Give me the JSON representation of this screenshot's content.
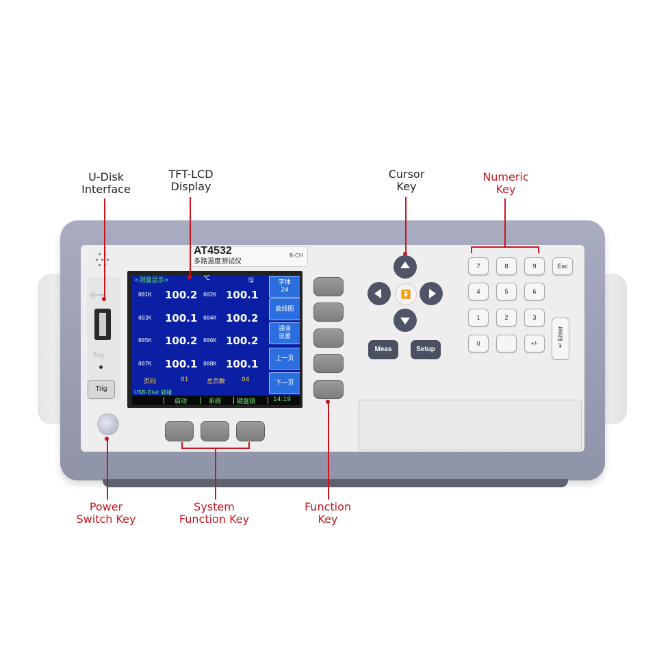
{
  "callouts": {
    "udisk": "U-Disk\nInterface",
    "tft": "TFT-LCD\nDisplay",
    "cursor": "Cursor\nKey",
    "numeric": "Numeric\nKey",
    "power": "Power\nSwitch Key",
    "system": "System\nFunction Key",
    "function": "Function\nKey"
  },
  "colors": {
    "callout_accent": "#c8141e",
    "chassis": "#9ea1b5",
    "lcd_bg": "#0a1fa3",
    "lcd_green": "#6df06d"
  },
  "device": {
    "model": "AT4532",
    "subtitle": "多路温度测试仪",
    "channels_label": "8-CH",
    "usb_icon": "usb-icon",
    "trig_label": "Trig",
    "trig_button": "Trig"
  },
  "lcd": {
    "title": "<测量显示>",
    "unit": "℃",
    "disk_icon": "floppy-disk-icon",
    "rows": [
      {
        "ch1": "001K",
        "v1": "100.2",
        "ch2": "002K",
        "v2": "100.1"
      },
      {
        "ch1": "003K",
        "v1": "100.1",
        "ch2": "004K",
        "v2": "100.2"
      },
      {
        "ch1": "005K",
        "v1": "100.2",
        "ch2": "006K",
        "v2": "100.2"
      },
      {
        "ch1": "007K",
        "v1": "100.1",
        "ch2": "008K",
        "v2": "100.1"
      }
    ],
    "page_label": "页码",
    "page_value": "01",
    "total_label": "总页数",
    "total_value": "04",
    "usb_status": "USB-Disk 就绪",
    "side_buttons": [
      "字体\n24",
      "曲线图",
      "通道\n设置",
      "上一页",
      "下一页"
    ],
    "bottom_bar": [
      "启动",
      "系统",
      "键盘锁",
      "14:19"
    ]
  },
  "keys": {
    "cursor_center": "⏬",
    "meas": "Meas",
    "setup": "Setup",
    "numeric": [
      [
        "7",
        "8",
        "9",
        "Esc"
      ],
      [
        "4",
        "5",
        "6"
      ],
      [
        "1",
        "2",
        "3"
      ],
      [
        "0",
        "·",
        "+/-"
      ]
    ],
    "enter": "↵ Enter"
  }
}
